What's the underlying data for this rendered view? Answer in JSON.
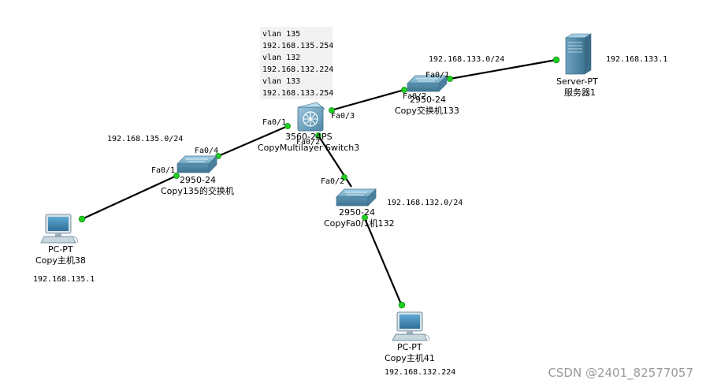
{
  "vlan_note": [
    "vlan 135",
    "192.168.135.254",
    "vlan 132",
    "192.168.132.224",
    "vlan 133",
    "192.168.133.254"
  ],
  "devices": {
    "multilayer_switch": {
      "model": "3560-24PS",
      "name": "CopyMultilayer Switch3"
    },
    "switch_133": {
      "model": "2950-24",
      "name": "Copy交换机133"
    },
    "switch_135": {
      "model": "2950-24",
      "name": "Copy135的交换机"
    },
    "switch_132": {
      "model": "2950-24",
      "name": "CopyFa0/1机132"
    },
    "server": {
      "model": "Server-PT",
      "name": "服务器1",
      "ip": "192.168.133.1"
    },
    "pc_38": {
      "model": "PC-PT",
      "name": "Copy主机38",
      "ip": "192.168.135.1"
    },
    "pc_41": {
      "model": "PC-PT",
      "name": "Copy主机41",
      "ip": "192.168.132.224"
    }
  },
  "networks": {
    "net_133": "192.168.133.0/24",
    "net_135": "192.168.135.0/24",
    "net_132": "192.168.132.0/24"
  },
  "ports": {
    "msw_to_sw133": "Fa0/3",
    "sw133_to_msw": "Fa0/2",
    "sw133_to_server": "Fa0/1",
    "msw_to_sw135": "Fa0/1",
    "sw135_to_msw": "Fa0/4",
    "sw135_to_pc": "Fa0/1",
    "msw_to_sw132": "Fa0/2",
    "sw132_to_msw": "Fa0/2"
  },
  "watermark": "CSDN @2401_82577057",
  "colors": {
    "link": "#000000",
    "link_up": "#20d020",
    "device_blue": "#5f97b3"
  }
}
